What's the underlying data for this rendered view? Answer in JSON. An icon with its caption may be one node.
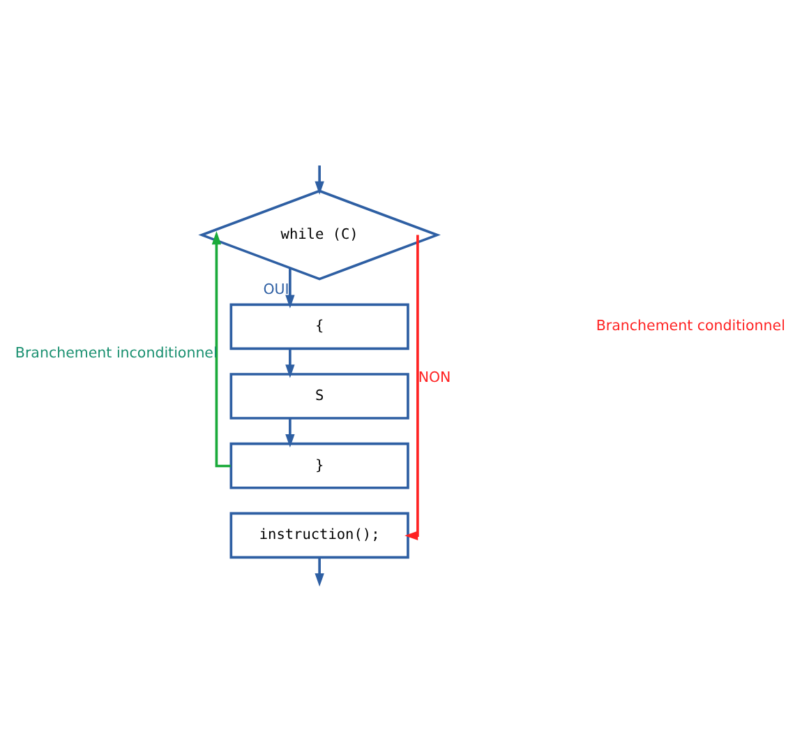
{
  "diagram": {
    "nodes": [
      {
        "text": [
          "while (C)"
        ]
      },
      {
        "text": [
          "{"
        ]
      },
      {
        "text": [
          "S"
        ]
      },
      {
        "text": [
          "}"
        ]
      },
      {
        "text": [
          "instruction();"
        ]
      }
    ],
    "edges": [
      {
        "from": null,
        "to": 0,
        "arrow": "to"
      },
      {
        "from": 0,
        "to": 1,
        "arrow": "to",
        "label": "OUI"
      },
      {
        "from": 1,
        "to": 2,
        "arrow": "to"
      },
      {
        "from": 2,
        "to": 3,
        "arrow": "to"
      },
      {
        "from": 3,
        "to": 0,
        "arrow": "to",
        "label": "Branchement inconditionnel",
        "color": "#1aaa3a"
      },
      {
        "from": 0,
        "to": 4,
        "arrow": "to",
        "label": "NON",
        "color": "#ff2222"
      },
      {
        "from": 4,
        "to": null,
        "arrow": "to"
      }
    ],
    "labels": [
      "Branchement conditionnel"
    ]
  }
}
